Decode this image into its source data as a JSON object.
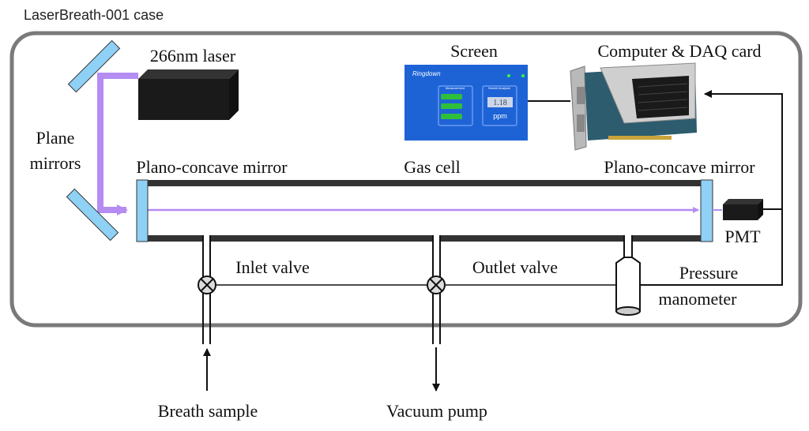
{
  "case_label": "LaserBreath-001 case",
  "components": {
    "laser": "266nm laser",
    "plane_mirrors": [
      "Plane",
      "mirrors"
    ],
    "mirror_left": "Plano-concave mirror",
    "gas_cell": "Gas cell",
    "mirror_right": "Plano-concave mirror",
    "pmt": "PMT",
    "inlet_valve": "Inlet valve",
    "outlet_valve": "Outlet valve",
    "manometer": [
      "Pressure",
      "manometer"
    ],
    "breath_sample": "Breath sample",
    "vacuum_pump": "Vacuum pump",
    "screen": "Screen",
    "computer": "Computer & DAQ card"
  },
  "screen_ui": {
    "app_name": "Ringdown",
    "left_panel": "Measurement",
    "right_panel": "Breath Analysis",
    "value": "1.18",
    "unit": "ppm"
  },
  "colors": {
    "beam": "#b48cf2",
    "mirror": "#8fd0f5",
    "case_border": "#7a7a7a",
    "cell_wall": "#333333",
    "screen_bg": "#1e63d6"
  }
}
